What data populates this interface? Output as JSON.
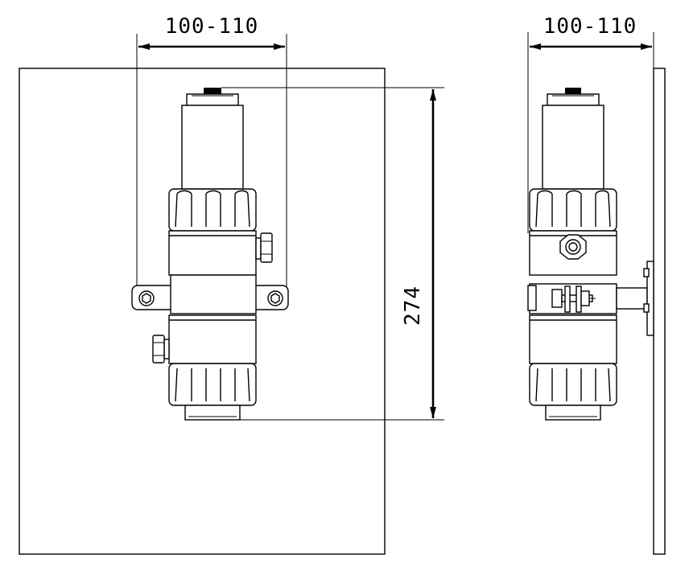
{
  "dimensions": {
    "front_width": "100-110",
    "side_width": "100-110",
    "height": "274"
  }
}
